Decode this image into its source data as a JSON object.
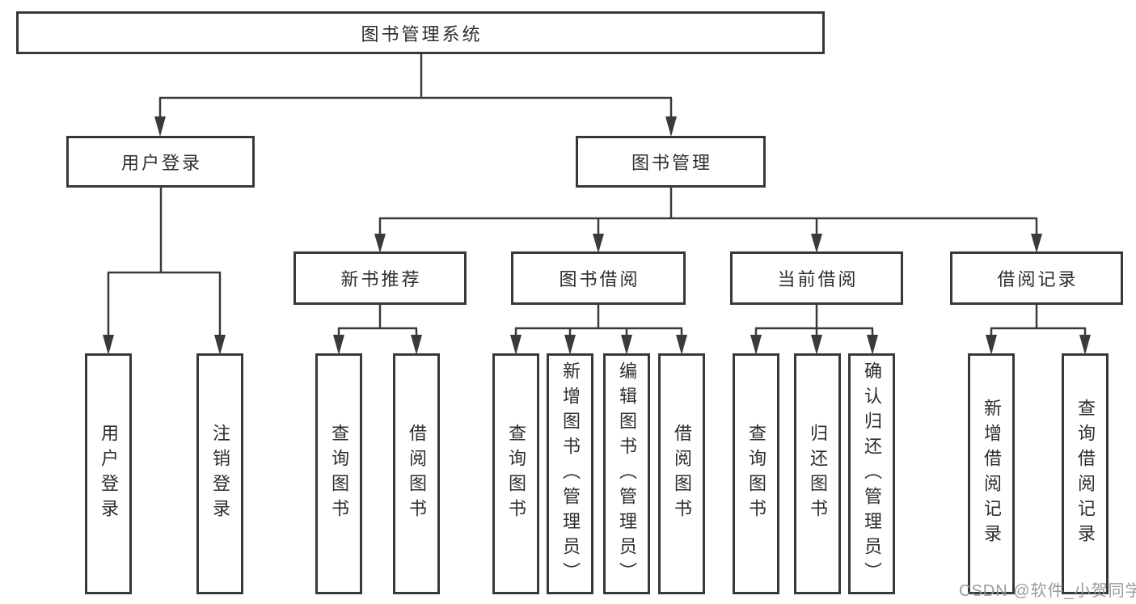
{
  "diagram_type": "hierarchy-tree",
  "tree": {
    "root": "图书管理系统",
    "level2": [
      {
        "label": "用户登录",
        "children": [
          "用户登录",
          "注销登录"
        ]
      },
      {
        "label": "图书管理"
      }
    ],
    "level3": [
      {
        "label": "新书推荐",
        "children": [
          "查询图书",
          "借阅图书"
        ]
      },
      {
        "label": "图书借阅",
        "children": [
          "查询图书",
          "新增图书（管理员）",
          "编辑图书（管理员）",
          "借阅图书"
        ]
      },
      {
        "label": "当前借阅",
        "children": [
          "查询图书",
          "归还图书",
          "确认归还（管理员）"
        ]
      },
      {
        "label": "借阅记录",
        "children": [
          "新增借阅记录",
          "查询借阅记录"
        ]
      }
    ]
  },
  "watermark": "CSDN @软件_小贺同学",
  "colors": {
    "line": "#3a3a3a",
    "box_border": "#383838",
    "text": "#2d2d2d",
    "watermark": "#969696",
    "background": "#ffffff"
  }
}
